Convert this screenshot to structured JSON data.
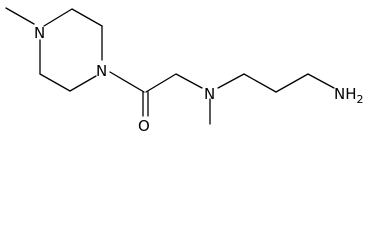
{
  "molecule": {
    "atoms": {
      "piperazine_n_top": "N",
      "piperazine_n_bottom": "N",
      "carbonyl_oxygen": "O",
      "tertiary_amine_n": "N",
      "terminal_amine": "NH",
      "terminal_amine_subscript": "2"
    }
  }
}
